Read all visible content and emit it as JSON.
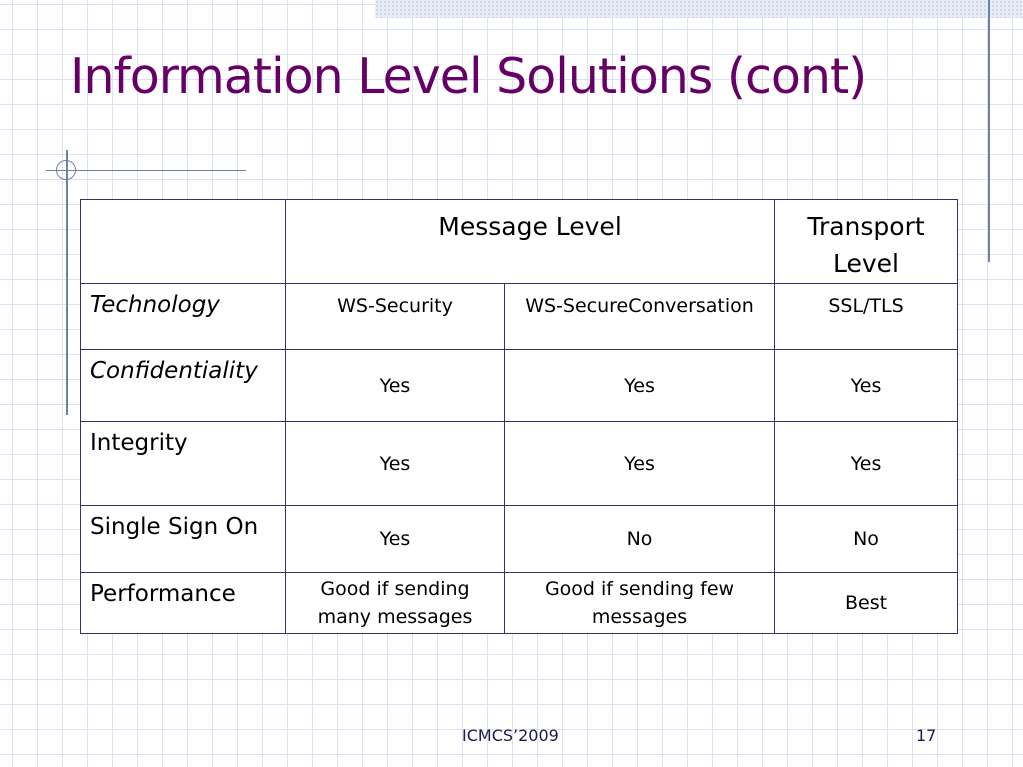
{
  "slide": {
    "title": "Information Level Solutions (cont)",
    "footer_center": "ICMCS’2009",
    "page_number": "17"
  },
  "table": {
    "header": {
      "message_level": "Message Level",
      "transport_level_line1": "Transport",
      "transport_level_line2": "Level"
    },
    "rows": [
      {
        "label": "Technology",
        "c1": "WS-Security",
        "c2": "WS-SecureConversation",
        "c3": "SSL/TLS"
      },
      {
        "label": "Confidentiality",
        "c1": "Yes",
        "c2": "Yes",
        "c3": "Yes"
      },
      {
        "label": "Integrity",
        "c1": "Yes",
        "c2": "Yes",
        "c3": "Yes"
      },
      {
        "label": "Single Sign On",
        "c1": "Yes",
        "c2": "No",
        "c3": "No"
      },
      {
        "label": "Performance",
        "c1_line1": "Good if sending",
        "c1_line2": "many messages",
        "c2_line1": "Good if sending few",
        "c2_line2": "messages",
        "c3": "Best"
      }
    ]
  },
  "colors": {
    "title": "#660066",
    "grid_lines": "#dde2f0",
    "decor_lines": "#6f7fb0",
    "table_border": "#33336b"
  }
}
